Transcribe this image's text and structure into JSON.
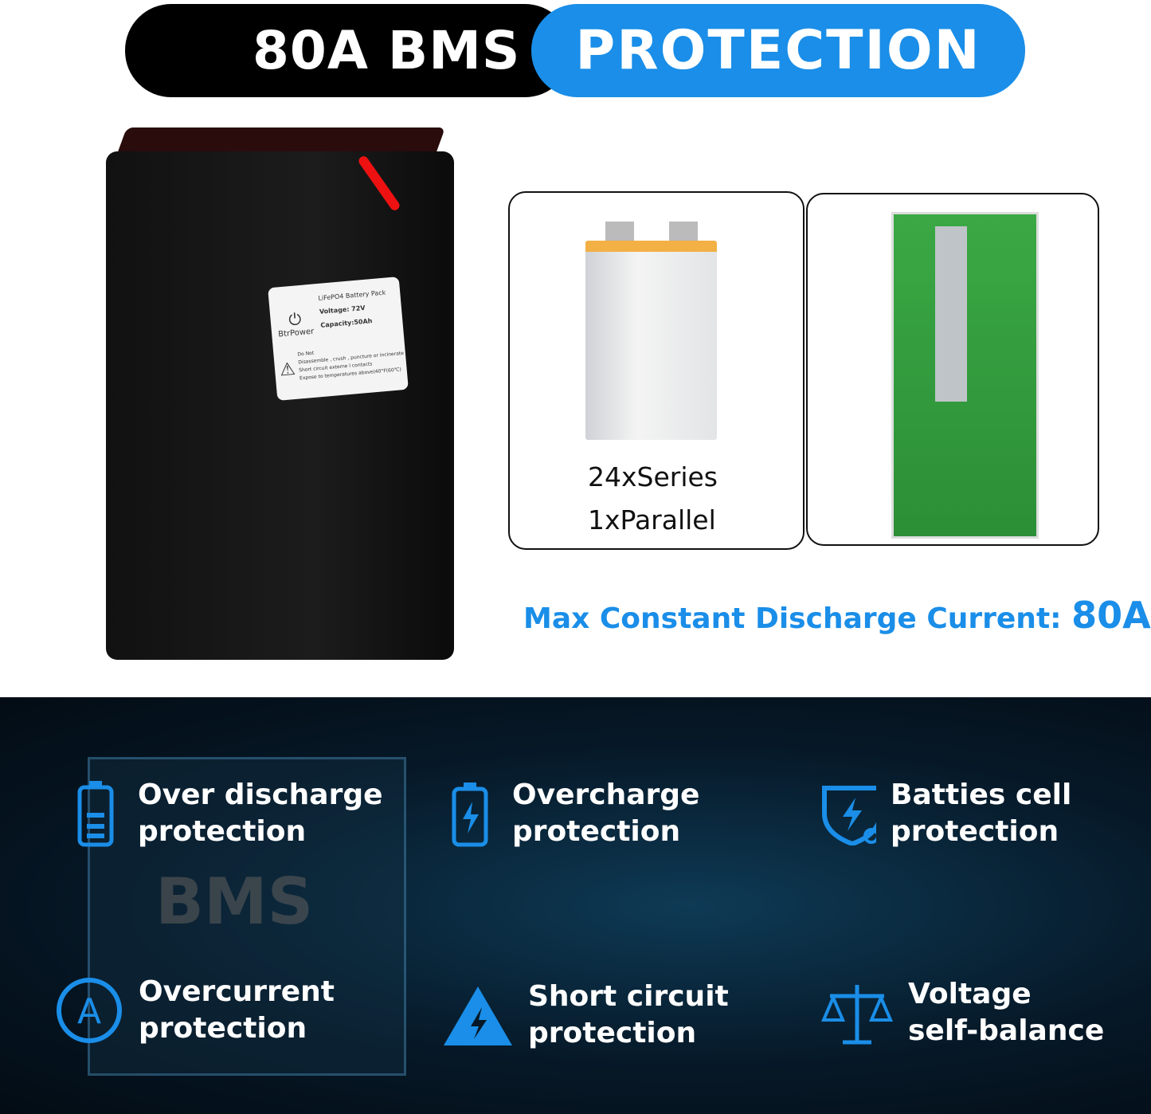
{
  "banner": {
    "left": "80A BMS",
    "right": "PROTECTION"
  },
  "battery_label": {
    "brand": "BtrPower",
    "title": "LiFePO4 Battery Pack",
    "voltage": "Voltage: 72V",
    "capacity": "Capacity:50Ah",
    "do_not": "Do Not",
    "warnings": [
      "Disassemble , crush , puncture or incinerate",
      "Short circuit externe l contacts",
      "Expose to temperatures above(40°F(60℃)"
    ]
  },
  "cell_card": {
    "line1": "24xSeries",
    "line2": "1xParallel"
  },
  "discharge": {
    "label": "Max Constant Discharge Current:",
    "value": "80A"
  },
  "bms_watermark": "BMS",
  "features": [
    {
      "icon": "battery-low-icon",
      "line1": "Over discharge",
      "line2": "protection"
    },
    {
      "icon": "battery-charge-icon",
      "line1": "Overcharge",
      "line2": "protection"
    },
    {
      "icon": "shield-bolt-icon",
      "line1": "Batties cell",
      "line2": "protection"
    },
    {
      "icon": "ampere-icon",
      "line1": "Overcurrent",
      "line2": "protection"
    },
    {
      "icon": "warning-bolt-icon",
      "line1": "Short circuit",
      "line2": "protection"
    },
    {
      "icon": "balance-scale-icon",
      "line1": "Voltage",
      "line2": "self-balance"
    }
  ],
  "colors": {
    "accent": "#1a8ee8",
    "panel": "#061827"
  }
}
